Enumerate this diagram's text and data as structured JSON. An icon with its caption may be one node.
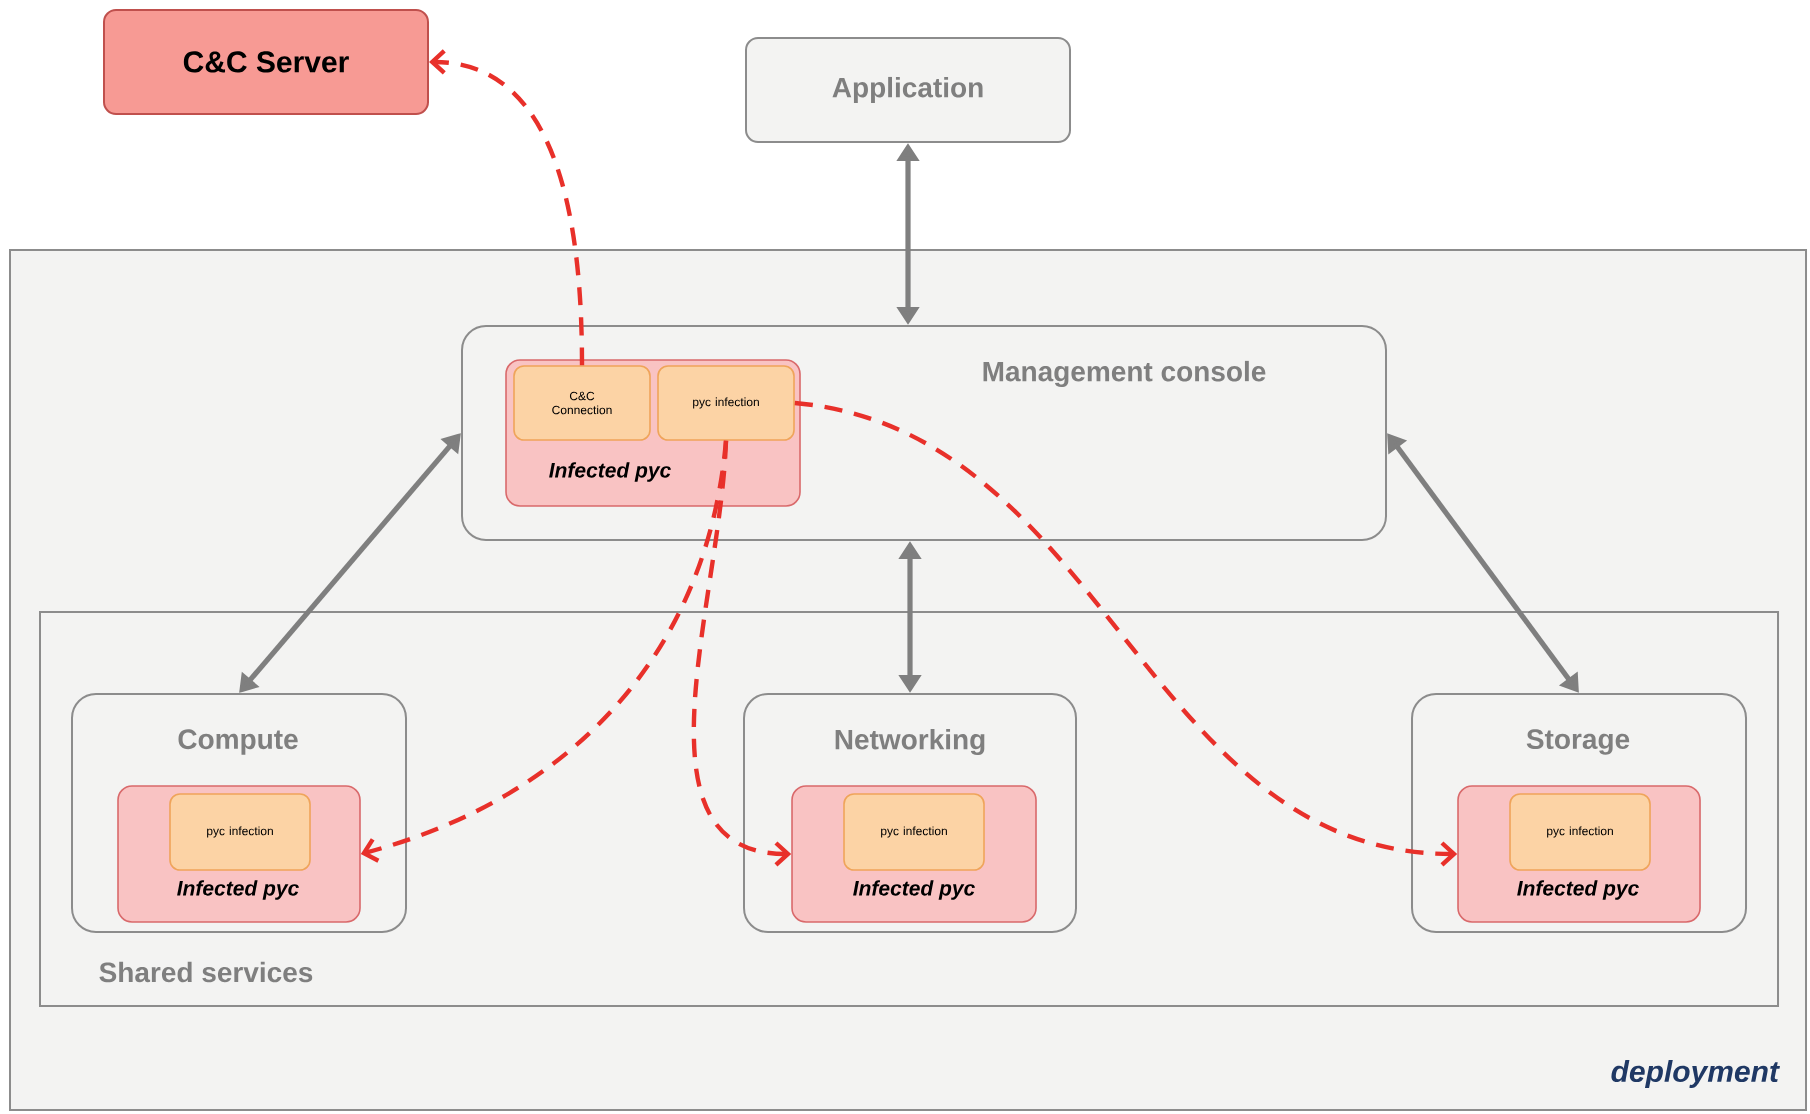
{
  "diagram": {
    "nodes": [
      {
        "text": [
          "C&C Server"
        ]
      },
      {
        "text": [
          "Application"
        ]
      },
      {
        "text": [
          "deployment"
        ]
      },
      {
        "text": [
          "Management console"
        ],
        "in": 2
      },
      {
        "text": [
          "Infected pyc"
        ],
        "in": 3
      },
      {
        "text": [
          "C&C Connection"
        ],
        "in": 4
      },
      {
        "text": [
          "pyc infection"
        ],
        "in": 4
      },
      {
        "text": [
          "Shared services"
        ],
        "in": 2
      },
      {
        "text": [
          "Compute"
        ],
        "in": 7
      },
      {
        "text": [
          "Infected pyc"
        ],
        "in": 8
      },
      {
        "text": [
          "pyc infection"
        ],
        "in": 9
      },
      {
        "text": [
          "Networking"
        ],
        "in": 7
      },
      {
        "text": [
          "Infected pyc"
        ],
        "in": 11
      },
      {
        "text": [
          "pyc infection"
        ],
        "in": 12
      },
      {
        "text": [
          "Storage"
        ],
        "in": 7
      },
      {
        "text": [
          "Infected pyc"
        ],
        "in": 14
      },
      {
        "text": [
          "pyc infection"
        ],
        "in": 15
      }
    ],
    "edges": [
      {
        "from": 5,
        "to": 0,
        "arrow": "to",
        "style": "dashed",
        "color": "#e8302a"
      },
      {
        "from": 6,
        "to": 9,
        "arrow": "to",
        "style": "dashed",
        "color": "#e8302a"
      },
      {
        "from": 6,
        "to": 12,
        "arrow": "to",
        "style": "dashed",
        "color": "#e8302a"
      },
      {
        "from": 6,
        "to": 15,
        "arrow": "to",
        "style": "dashed",
        "color": "#e8302a"
      },
      {
        "from": 1,
        "to": 3,
        "arrow": "both",
        "color": "#7f7f7f"
      },
      {
        "from": 3,
        "to": 8,
        "arrow": "both",
        "color": "#7f7f7f"
      },
      {
        "from": 3,
        "to": 11,
        "arrow": "both",
        "color": "#7f7f7f"
      },
      {
        "from": 3,
        "to": 14,
        "arrow": "both",
        "color": "#7f7f7f"
      }
    ]
  }
}
